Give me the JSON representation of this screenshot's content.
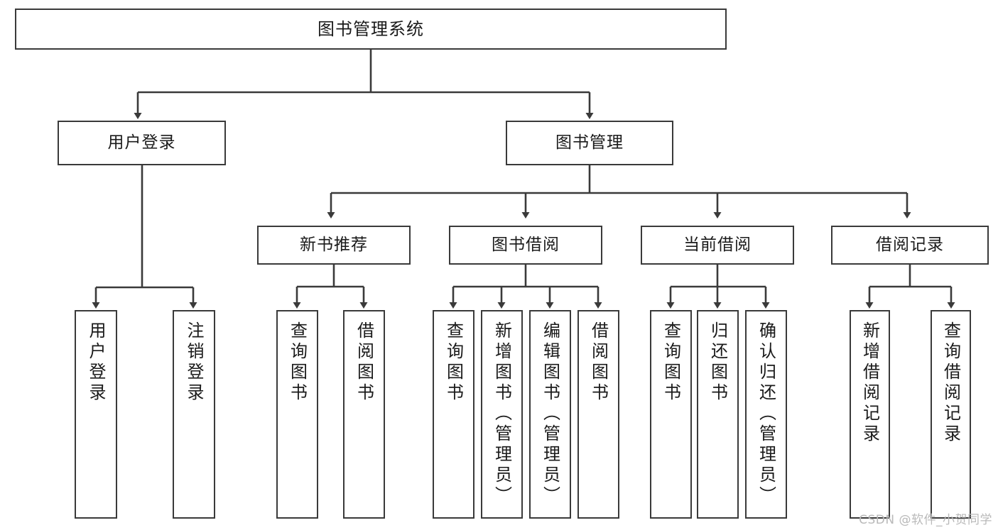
{
  "diagram": {
    "title": "图书管理系统",
    "watermark": "CSDN @软件_小贺同学",
    "colors": {
      "stroke": "#3a3a3a",
      "fill": "#ffffff",
      "text": "#1a1a1a",
      "watermark": "#b9b9b9"
    },
    "nodes": {
      "root": {
        "label": "图书管理系统"
      },
      "level2": [
        {
          "id": "user-login",
          "label": "用户登录"
        },
        {
          "id": "book-management",
          "label": "图书管理"
        }
      ],
      "level3": [
        {
          "id": "new-book-recommend",
          "label": "新书推荐"
        },
        {
          "id": "book-borrow",
          "label": "图书借阅"
        },
        {
          "id": "current-borrow",
          "label": "当前借阅"
        },
        {
          "id": "borrow-record",
          "label": "借阅记录"
        }
      ],
      "leaves": {
        "user_login": [
          {
            "id": "leaf-user-login",
            "label": "用户登录"
          },
          {
            "id": "leaf-logout-login",
            "label": "注销登录"
          }
        ],
        "new_book_recommend": [
          {
            "id": "leaf-query-book-1",
            "label": "查询图书"
          },
          {
            "id": "leaf-borrow-book-1",
            "label": "借阅图书"
          }
        ],
        "book_borrow": [
          {
            "id": "leaf-query-book-2",
            "label": "查询图书"
          },
          {
            "id": "leaf-add-book",
            "label": "新增图书（管理员）"
          },
          {
            "id": "leaf-edit-book",
            "label": "编辑图书（管理员）"
          },
          {
            "id": "leaf-borrow-book-2",
            "label": "借阅图书"
          }
        ],
        "current_borrow": [
          {
            "id": "leaf-query-book-3",
            "label": "查询图书"
          },
          {
            "id": "leaf-return-book",
            "label": "归还图书"
          },
          {
            "id": "leaf-confirm-return",
            "label": "确认归还（管理员）"
          }
        ],
        "borrow_record": [
          {
            "id": "leaf-add-record",
            "label": "新增借阅记录"
          },
          {
            "id": "leaf-query-record",
            "label": "查询借阅记录"
          }
        ]
      }
    }
  }
}
